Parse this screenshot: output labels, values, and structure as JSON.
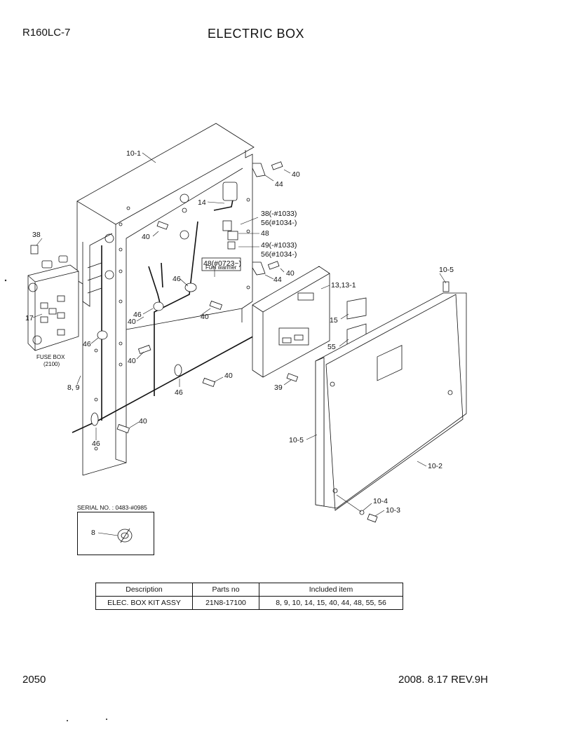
{
  "header": {
    "model": "R160LC-7",
    "title": "ELECTRIC BOX"
  },
  "footer": {
    "page": "2050",
    "revision": "2008. 8.17  REV.9H"
  },
  "labels": {
    "l10_1": "10-1",
    "l40a": "40",
    "l44a": "44",
    "l14": "14",
    "l38_1033": "38(-#1033)",
    "l56_1034a": "56(#1034-)",
    "l48": "48",
    "l49_1033": "49(-#1033)",
    "l56_1034b": "56(#1034-)",
    "l48_0723": "48(#0723~)",
    "l48_note": "Fuel warmer",
    "l40b": "40",
    "l40c": "40",
    "l44b": "44",
    "l40d": "40",
    "l38": "38",
    "l46a": "46",
    "l46b": "46",
    "l40e": "40",
    "l17": "17",
    "l46c": "46",
    "l40f": "40",
    "l40g": "40",
    "fuse_box": "FUSE BOX",
    "fuse_no": "(2100)",
    "l8_9": "8, 9",
    "l46d": "46",
    "l40h": "40",
    "l46e": "46",
    "l13": "13,13-1",
    "l15": "15",
    "l55": "55",
    "l39": "39",
    "l10_5a": "10-5",
    "l10_5b": "10-5",
    "l10_2": "10-2",
    "l10_4": "10-4",
    "l10_3": "10-3",
    "l8": "8"
  },
  "serial": "SERIAL NO. : 0483-#0985",
  "table": {
    "headers": [
      "Description",
      "Parts no",
      "Included item"
    ],
    "rows": [
      [
        "ELEC. BOX KIT ASSY",
        "21N8-17100",
        "8, 9, 10, 14, 15, 40, 44, 48, 55, 56"
      ]
    ]
  }
}
